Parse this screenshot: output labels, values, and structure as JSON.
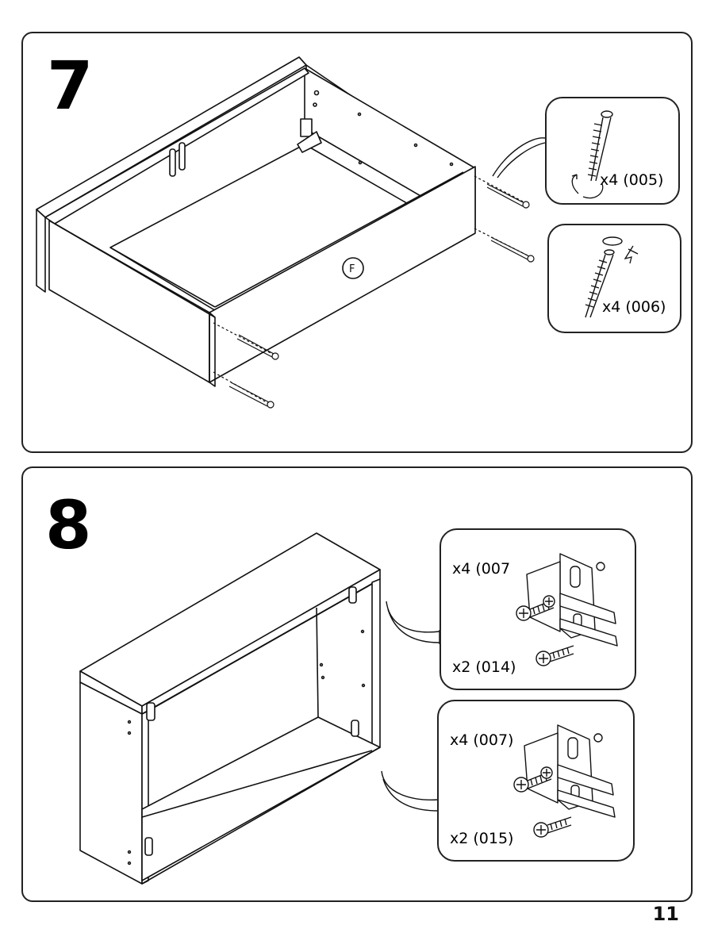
{
  "steps": [
    {
      "number": "7",
      "part_label": "F",
      "callouts": [
        {
          "qty": "x4 (005)",
          "icon": "screw-long-icon"
        },
        {
          "qty": "x4 (006)",
          "icon": "screw-with-cap-icon"
        }
      ]
    },
    {
      "number": "8",
      "callouts": [
        {
          "qty_top": "x4 (007",
          "qty_bottom": "x2 (014)",
          "icon": "hinge-plate-icon"
        },
        {
          "qty_top": "x4 (007)",
          "qty_bottom": "x2 (015)",
          "icon": "hinge-plate-icon"
        }
      ]
    }
  ],
  "page_number": "11"
}
